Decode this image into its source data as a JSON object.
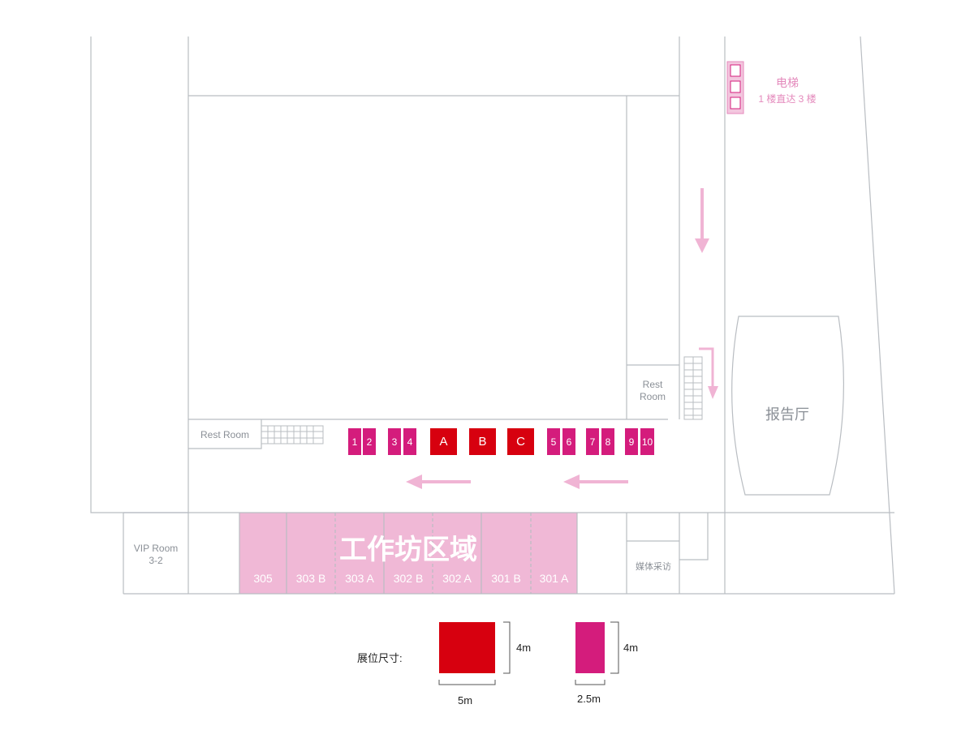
{
  "colors": {
    "red_booth": "#d7000f",
    "pink_booth": "#d41c7c",
    "workshop": "#f0b8d6",
    "arrow": "#f0b4d4",
    "walls": "#b9bdc2"
  },
  "elevator": {
    "title": "电梯",
    "subtitle": "1 楼直达 3 楼"
  },
  "rooms": {
    "rest_room_right": "Rest\nRoom",
    "rest_room_left": "Rest Room",
    "report_hall": "报告厅",
    "vip_room": "VIP Room\n3-2",
    "media": "媒体采访"
  },
  "booths": [
    {
      "label": "1",
      "type": "pink"
    },
    {
      "label": "2",
      "type": "pink"
    },
    {
      "label": "3",
      "type": "pink"
    },
    {
      "label": "4",
      "type": "pink"
    },
    {
      "label": "A",
      "type": "red"
    },
    {
      "label": "B",
      "type": "red"
    },
    {
      "label": "C",
      "type": "red"
    },
    {
      "label": "5",
      "type": "pink"
    },
    {
      "label": "6",
      "type": "pink"
    },
    {
      "label": "7",
      "type": "pink"
    },
    {
      "label": "8",
      "type": "pink"
    },
    {
      "label": "9",
      "type": "pink"
    },
    {
      "label": "10",
      "type": "pink"
    }
  ],
  "workshop": {
    "title": "工作坊区域",
    "rooms": [
      "305",
      "303 B",
      "303 A",
      "302 B",
      "302 A",
      "301 B",
      "301 A"
    ]
  },
  "legend": {
    "label": "展位尺寸:",
    "red": {
      "width": "5m",
      "depth": "4m"
    },
    "pink": {
      "width": "2.5m",
      "depth": "4m"
    }
  }
}
